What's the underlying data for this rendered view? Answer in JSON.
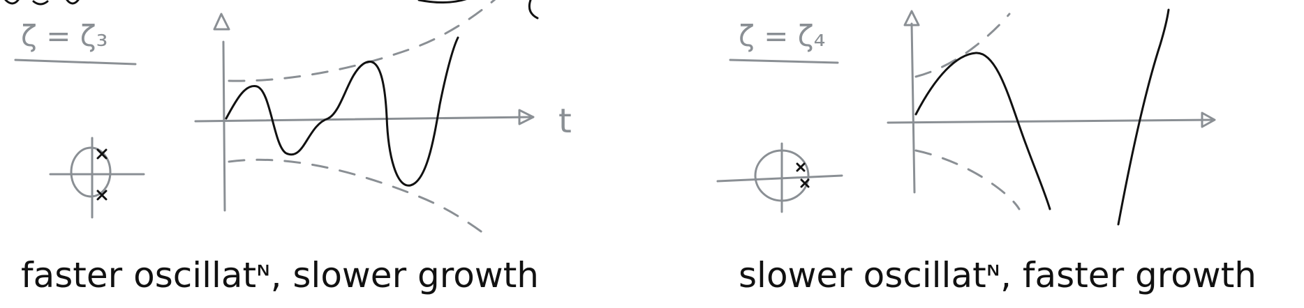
{
  "top_fragment": {
    "text_left": "",
    "text_right": ""
  },
  "panel_left": {
    "zeta_label": "ζ = ζ₃",
    "axis_label_t": "t",
    "caption": "faster oscillatᶰ, slower growth"
  },
  "panel_right": {
    "zeta_label": "ζ = ζ₄",
    "caption": "slower oscillatᶰ, faster growth"
  },
  "colors": {
    "ink": "#111111",
    "pencil_gray": "#8a8f94"
  }
}
